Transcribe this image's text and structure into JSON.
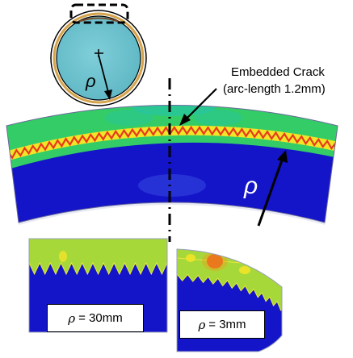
{
  "rho_symbol": "ρ",
  "annotation": {
    "line1": "Embedded Crack",
    "line2": "(arc-length 1.2mm)"
  },
  "labels": {
    "inset_rho": "ρ",
    "main_rho": "ρ"
  },
  "panels": {
    "left_value": "= 30mm",
    "right_value": "= 3mm"
  },
  "colors": {
    "substrate_blue": "#1414c8",
    "coating_green": "#33cc66",
    "crack_red": "#e63b1c",
    "crack_yellow": "#f2e428",
    "inset_fill": "#6ec3cf"
  }
}
